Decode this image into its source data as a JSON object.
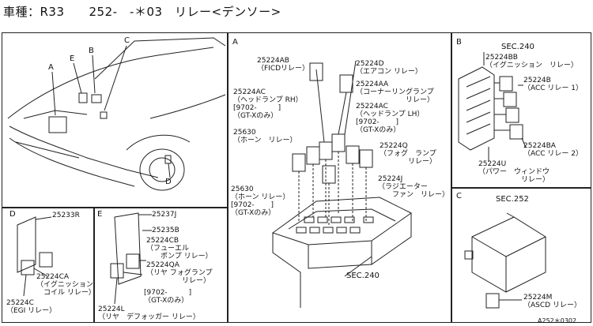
{
  "header": {
    "title": "車種：R33　　252-　-＊03　リレー<デンソー>"
  },
  "panels": {
    "car": {
      "callouts": {
        "A": "A",
        "B": "B",
        "C": "C",
        "D": "D",
        "E": "E"
      }
    },
    "A": {
      "label": "A",
      "items": {
        "p1": "25224AB\n（FICDリレー）",
        "p2": "25224D\n（エアコン リレー）",
        "p3": "25224AA\n（コーナーリングランプ\n　　　　　　　リレー）",
        "p4": "25224AC\n（ヘッドランプ RH）\n[9702-　　　]\n（GT-Xのみ）",
        "p5": "25224AC\n（ヘッドランプ LH）\n[9702-　　 ]\n（GT-Xのみ）",
        "p6": "25630\n（ホーン　リレー）",
        "p7": "25224Q\n（フォグ　ランプ\n　　　　リレー）",
        "p8": "25224J\n（ラジエーター\n　　ファン　リレー）",
        "p9": "25630\n（ホーン リレー）\n[9702-　　 ]\n（GT-Xのみ）",
        "sec": "SEC.240"
      }
    },
    "B": {
      "label": "B",
      "items": {
        "sec": "SEC.240",
        "p1": "25224BB\n（イグニッション　リレー）",
        "p2": "25224B\n（ACC リレー 1）",
        "p3": "25224BA\n（ACC リレー 2）",
        "p4": "25224U\n（パワー　ウィンドウ\n　　　　　　リレー）"
      }
    },
    "C": {
      "label": "C",
      "items": {
        "sec": "SEC.252",
        "p1": "25224M\n（ASCD リレー）",
        "code": "A252＊0302"
      }
    },
    "D": {
      "label": "D",
      "items": {
        "p1": "25233R",
        "p2": "25224CA\n（イグニッション\n　コイル リレー）",
        "p3": "25224C\n（EGI リレー）"
      }
    },
    "E": {
      "label": "E",
      "items": {
        "p1": "25237J",
        "p2": "25235B",
        "p3": "25224CB\n（フューエル\n　　ポンプ リレー）",
        "p4": "25224QA\n（リヤ フォグランプ\n　　　　　リレー）",
        "p5": "[9702-　　　]\n（GT-Xのみ）",
        "p6": "25224L\n（リヤ　デフォッガー リレー）"
      }
    }
  }
}
